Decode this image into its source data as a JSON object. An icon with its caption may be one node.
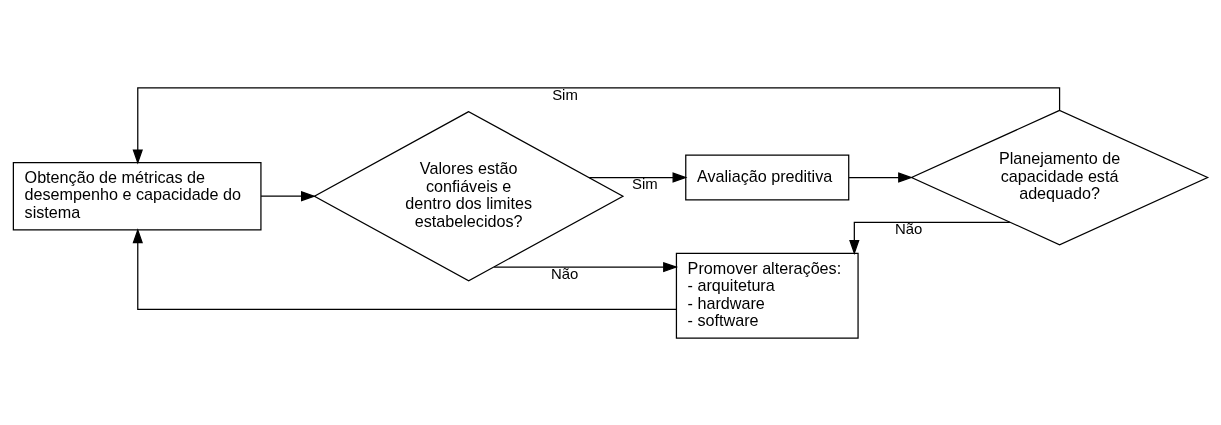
{
  "diagram": {
    "nodes": [
      {
        "text": [
          "Obtenção de métricas de desempenho e capacidade do sistema"
        ]
      },
      {
        "text": [
          "Valores estão confiáveis e dentro dos limites estabelecidos?"
        ]
      },
      {
        "text": [
          "Avaliação preditiva"
        ]
      },
      {
        "text": [
          "Planejamento de capacidade está adequado?"
        ]
      },
      {
        "text": [
          "Promover alterações:",
          "- arquitetura",
          "- hardware",
          "- software"
        ]
      }
    ],
    "edges": [
      {
        "from": 0,
        "to": 1,
        "arrow": "to"
      },
      {
        "from": 1,
        "to": 2,
        "arrow": "to",
        "label": "Sim"
      },
      {
        "from": 2,
        "to": 3,
        "arrow": "to"
      },
      {
        "from": 3,
        "to": 0,
        "arrow": "to",
        "label": "Sim"
      },
      {
        "from": 1,
        "to": 4,
        "arrow": "to",
        "label": "Não"
      },
      {
        "from": 3,
        "to": 4,
        "arrow": "to",
        "label": "Não"
      },
      {
        "from": 4,
        "to": 0,
        "arrow": "to"
      }
    ]
  }
}
